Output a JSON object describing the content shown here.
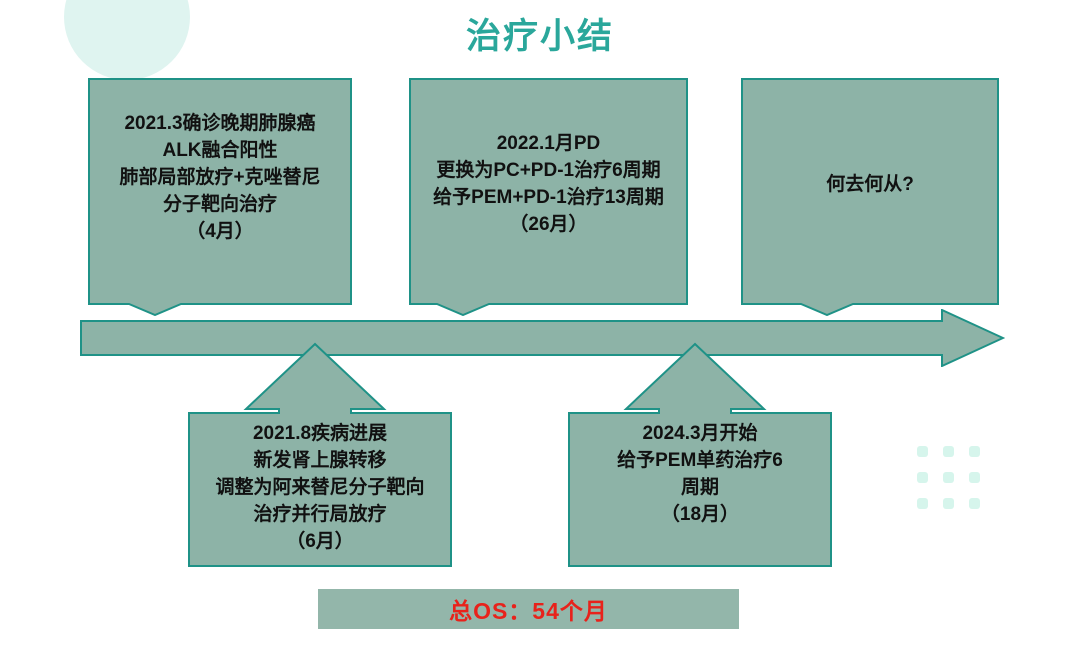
{
  "title": "治疗小结",
  "theme": {
    "accent_teal": "#2aa79b",
    "box_fill": "#8db3a7",
    "box_border": "#1f9287",
    "banner_fill": "#93b6aa",
    "os_text_red": "#e8221b",
    "decor_mint": "#dff4f0"
  },
  "timeline": {
    "direction_label": "timeline-arrow-right"
  },
  "top_events": [
    {
      "id": "event-2021-03",
      "text": "2021.3确诊晚期肺腺癌\nALK融合阳性\n肺部局部放疗+克唑替尼\n分子靶向治疗\n（4月）"
    },
    {
      "id": "event-2022-01",
      "text": "2022.1月PD\n更换为PC+PD-1治疗6周期\n给予PEM+PD-1治疗13周期\n（26月）"
    },
    {
      "id": "event-question",
      "text": "何去何从?"
    }
  ],
  "bottom_events": [
    {
      "id": "event-2021-08",
      "text": "2021.8疾病进展\n新发肾上腺转移\n调整为阿来替尼分子靶向\n治疗并行局放疗\n（6月）"
    },
    {
      "id": "event-2024-03",
      "text": "2024.3月开始\n给予PEM单药治疗6\n周期\n（18月）"
    }
  ],
  "summary_banner": {
    "text": "总OS：54个月"
  },
  "decor": {
    "dots_count": 9
  }
}
